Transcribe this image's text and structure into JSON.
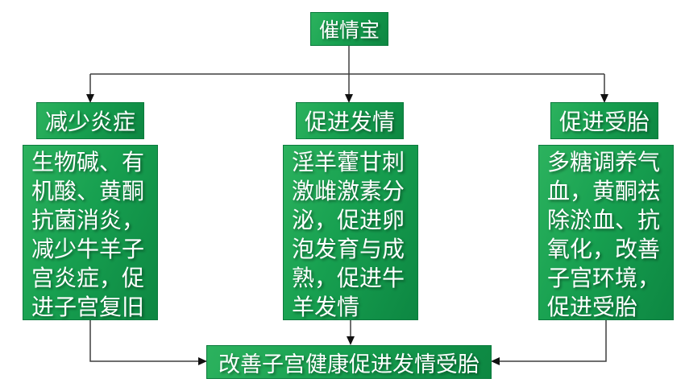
{
  "diagram": {
    "root": {
      "label": "催情宝"
    },
    "branches": [
      {
        "title": "减少炎症",
        "description": "生物碱、有机酸、黄酮抗菌消炎，减少牛羊子宫炎症，促进子宫复旧"
      },
      {
        "title": "促进发情",
        "description": "淫羊藿甘刺激雌激素分泌，促进卵泡发育与成熟，促进牛羊发情"
      },
      {
        "title": "促进受胎",
        "description": "多糖调养气血，黄酮祛除淤血、抗氧化，改善子宫环境，促进受胎"
      }
    ],
    "outcome": {
      "label": "改善子宫健康促进发情受胎"
    },
    "colors": {
      "box_gradient_start": "#2cb25e",
      "box_gradient_end": "#0d8742",
      "connector_line": "#3f3f3f",
      "arrowhead": "#111111",
      "text": "#ffffff",
      "background": "#ffffff"
    }
  }
}
